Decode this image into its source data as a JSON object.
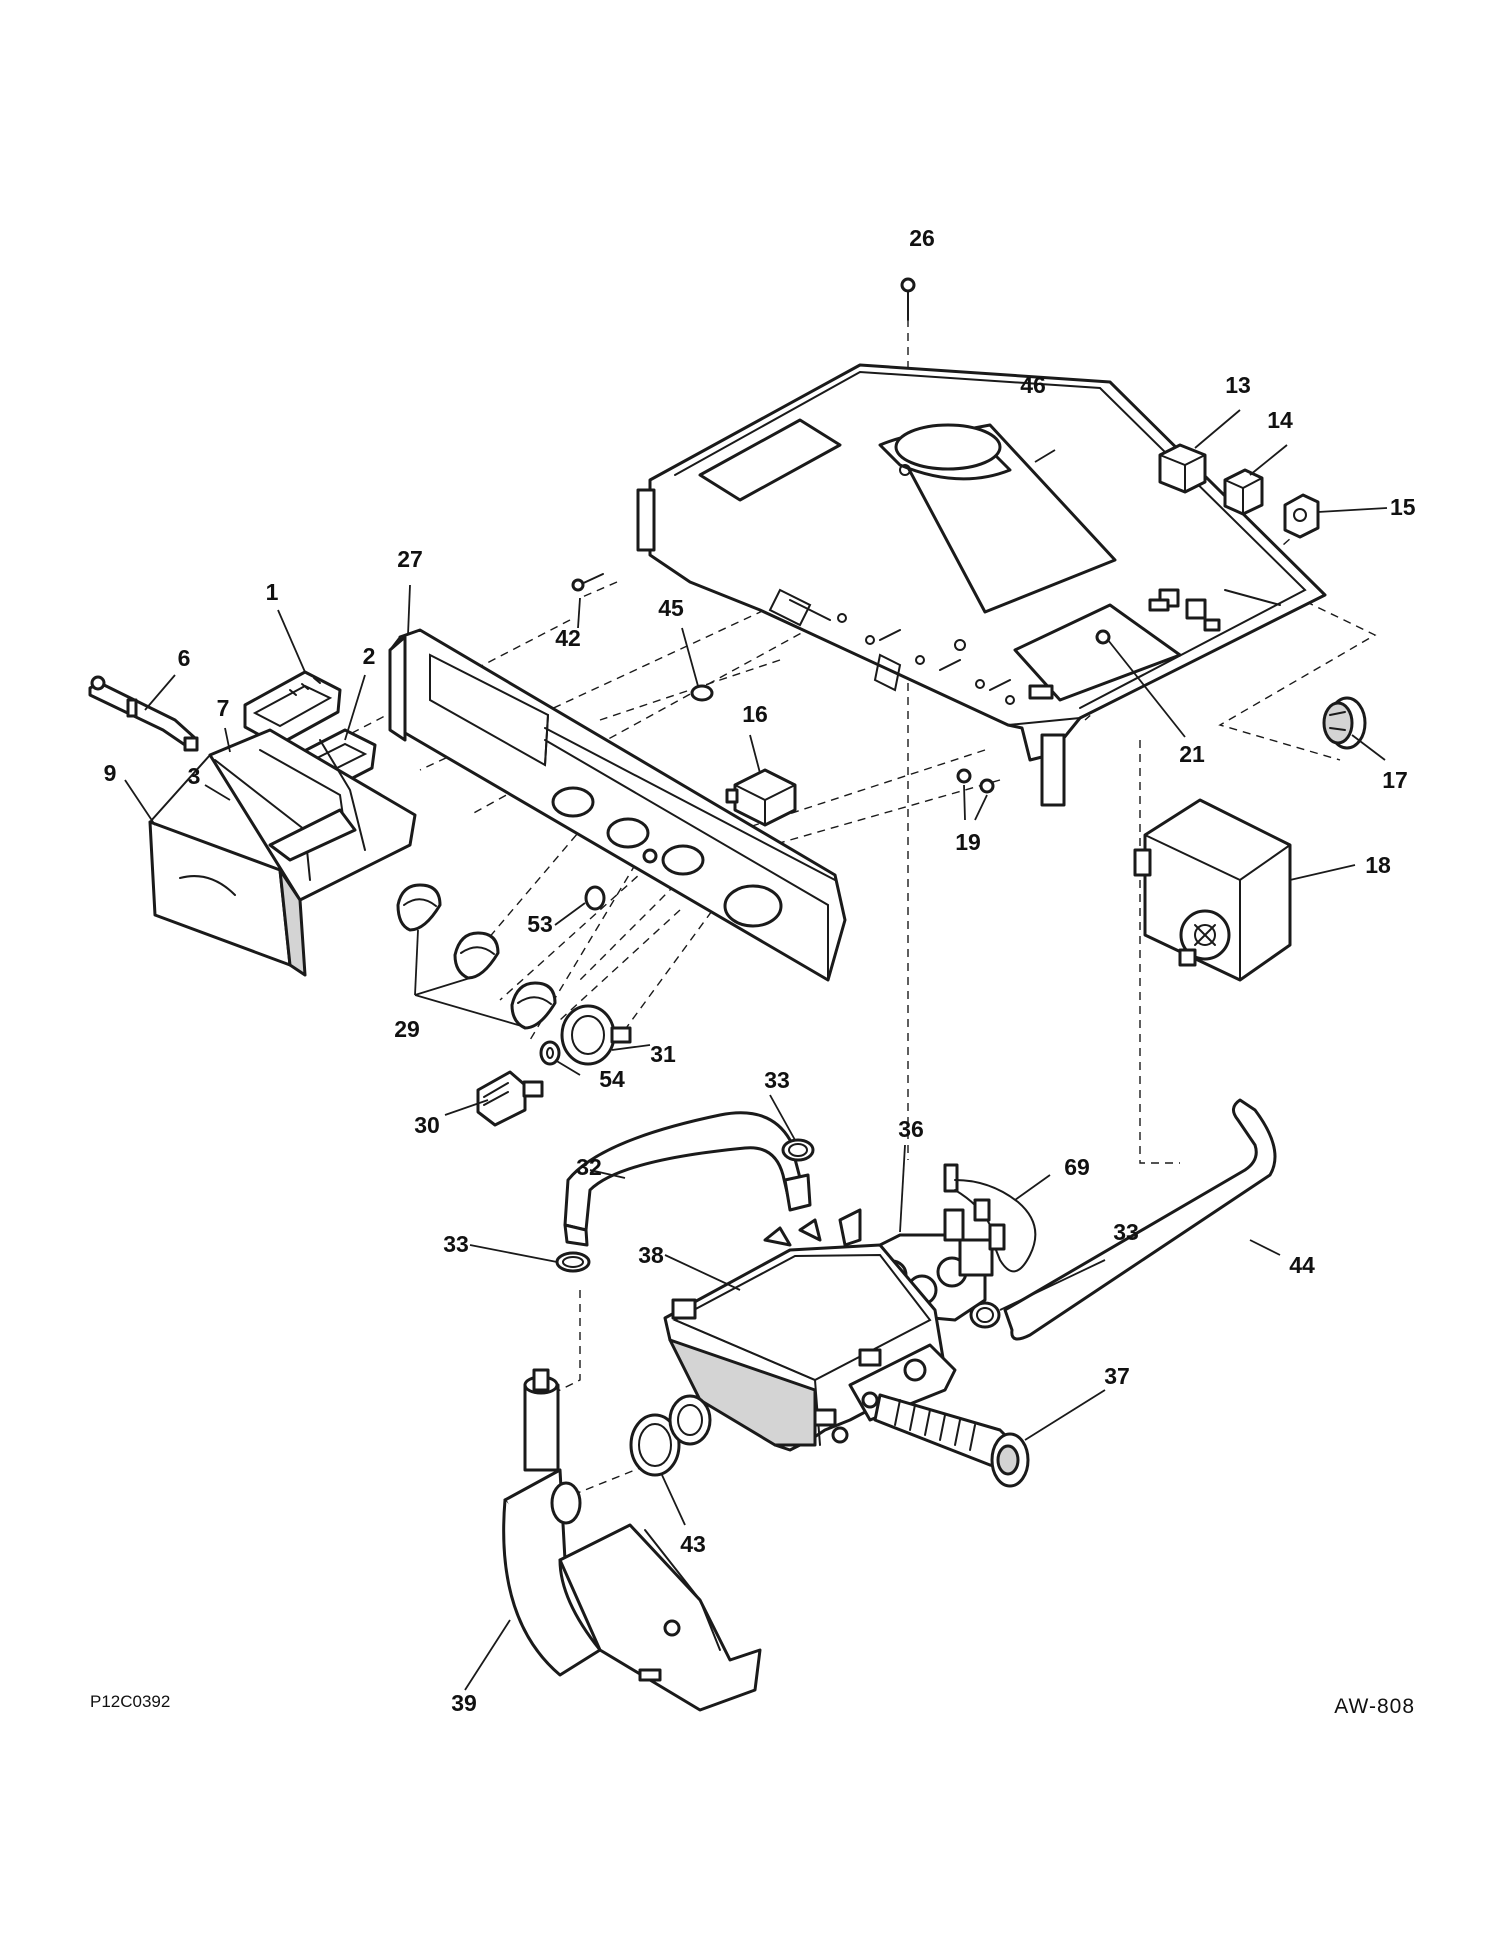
{
  "diagram_code": "P12C0392",
  "page_code": "AW-808",
  "callouts": [
    "26",
    "46",
    "13",
    "14",
    "15",
    "27",
    "42",
    "45",
    "1",
    "2",
    "6",
    "7",
    "9",
    "3",
    "16",
    "21",
    "17",
    "19",
    "18",
    "53",
    "29",
    "31",
    "54",
    "30",
    "33",
    "36",
    "32",
    "69",
    "33",
    "38",
    "33",
    "44",
    "37",
    "43",
    "39"
  ]
}
